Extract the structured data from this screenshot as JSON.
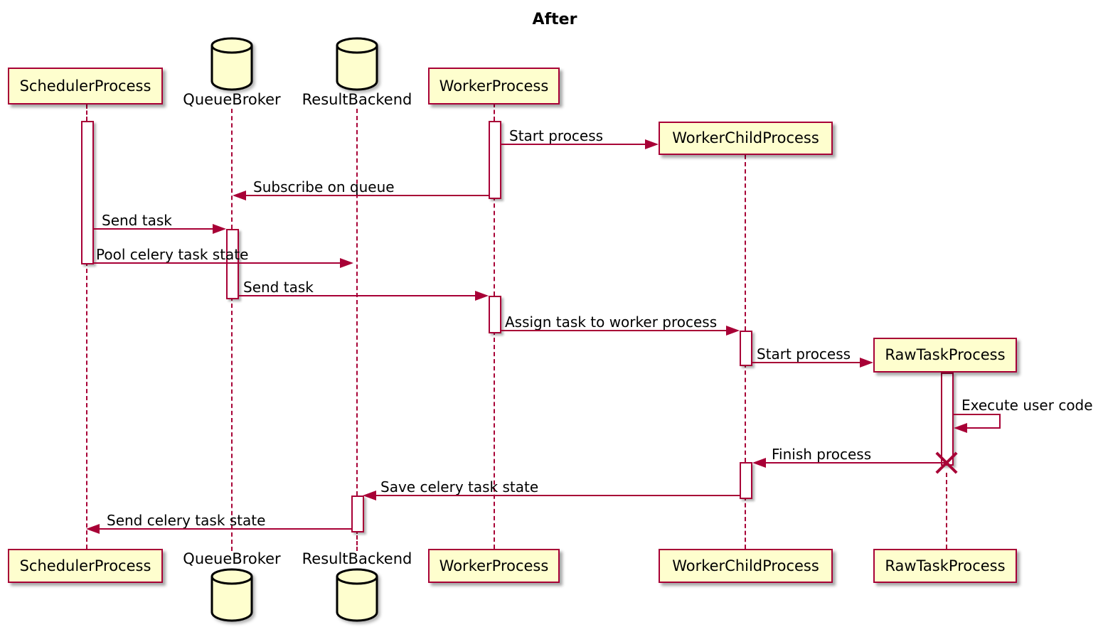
{
  "title": "After",
  "colors": {
    "participant_fill": "#FEFECE",
    "participant_border": "#A80036",
    "message_line": "#A80036",
    "text": "#000000",
    "background": "#FFFFFF"
  },
  "participants": {
    "scheduler": {
      "label": "SchedulerProcess",
      "type": "participant"
    },
    "queue_broker": {
      "label": "QueueBroker",
      "type": "database"
    },
    "result_backend": {
      "label": "ResultBackend",
      "type": "database"
    },
    "worker": {
      "label": "WorkerProcess",
      "type": "participant"
    },
    "worker_child": {
      "label": "WorkerChildProcess",
      "type": "participant"
    },
    "raw_task": {
      "label": "RawTaskProcess",
      "type": "participant"
    }
  },
  "messages": [
    {
      "label": "Start process",
      "from": "WorkerProcess",
      "to": "WorkerChildProcess"
    },
    {
      "label": "Subscribe on queue",
      "from": "WorkerProcess",
      "to": "QueueBroker"
    },
    {
      "label": "Send task",
      "from": "SchedulerProcess",
      "to": "QueueBroker"
    },
    {
      "label": "Pool celery task state",
      "from": "SchedulerProcess",
      "to": "ResultBackend"
    },
    {
      "label": "Send task",
      "from": "QueueBroker",
      "to": "WorkerProcess"
    },
    {
      "label": "Assign task to worker process",
      "from": "WorkerProcess",
      "to": "WorkerChildProcess"
    },
    {
      "label": "Start process",
      "from": "WorkerChildProcess",
      "to": "RawTaskProcess"
    },
    {
      "label": "Execute user code",
      "from": "RawTaskProcess",
      "to": "RawTaskProcess"
    },
    {
      "label": "Finish process",
      "from": "RawTaskProcess",
      "to": "WorkerChildProcess"
    },
    {
      "label": "Save celery task state",
      "from": "WorkerChildProcess",
      "to": "ResultBackend"
    },
    {
      "label": "Send celery task state",
      "from": "ResultBackend",
      "to": "SchedulerProcess"
    }
  ]
}
